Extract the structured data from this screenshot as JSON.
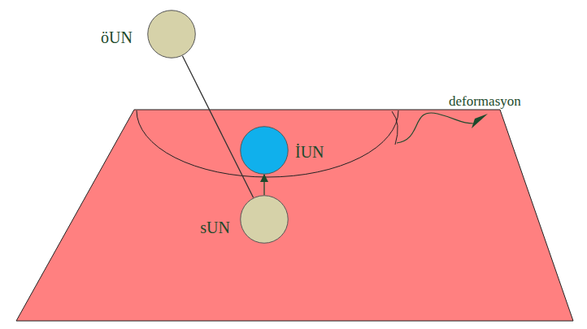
{
  "diagram": {
    "nodes": [
      {
        "text": [
          "öUN"
        ]
      },
      {
        "text": [
          "İUN"
        ]
      },
      {
        "text": [
          "sUN"
        ]
      }
    ],
    "edges": [
      {
        "from": 0,
        "to": 2,
        "arrow": "none"
      },
      {
        "from": 2,
        "to": 1,
        "arrow": "to"
      }
    ],
    "labels": [
      "deformasyon"
    ]
  }
}
